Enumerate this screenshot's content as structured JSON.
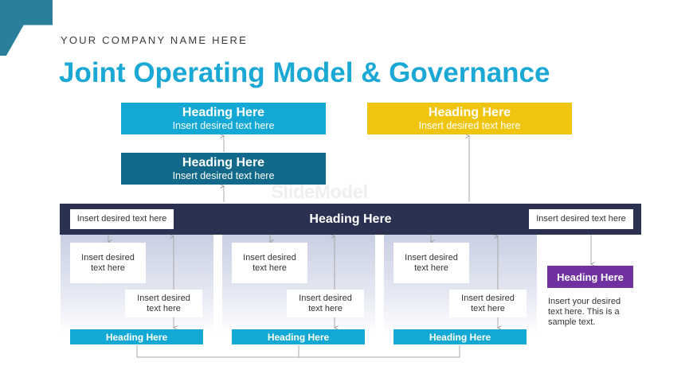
{
  "header": {
    "company": "YOUR COMPANY NAME HERE",
    "title": "Joint Operating Model & Governance"
  },
  "top_boxes": [
    {
      "heading": "Heading Here",
      "text": "Insert desired text here",
      "color": "#14a9d5"
    },
    {
      "heading": "Heading Here",
      "text": "Insert desired text here",
      "color": "#12698a"
    },
    {
      "heading": "Heading Here",
      "text": "Insert desired text here",
      "color": "#efc50f"
    }
  ],
  "main_bar": {
    "heading": "Heading Here",
    "left_text": "Insert desired text here",
    "right_text": "Insert desired text here",
    "color": "#2b3150"
  },
  "columns": [
    {
      "upper_text": "Insert desired text here",
      "lower_text": "Insert desired text here",
      "footer": "Heading Here"
    },
    {
      "upper_text": "Insert desired text here",
      "lower_text": "Insert desired text here",
      "footer": "Heading Here"
    },
    {
      "upper_text": "Insert desired text here",
      "lower_text": "Insert desired text here",
      "footer": "Heading Here"
    }
  ],
  "side": {
    "heading": "Heading Here",
    "note": "Insert your desired text here. This is a sample text.",
    "color": "#7030a0"
  },
  "watermark": "SlideModel"
}
